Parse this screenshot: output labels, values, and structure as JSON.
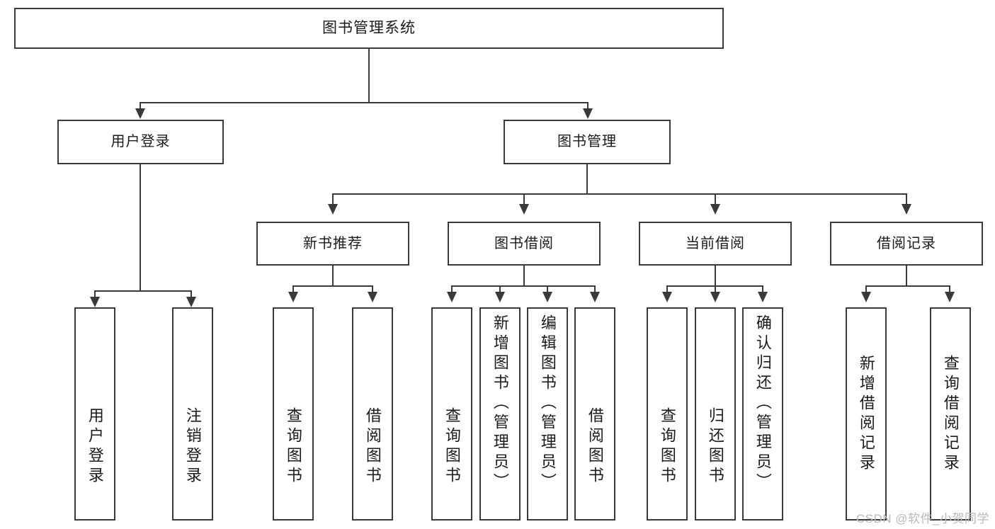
{
  "diagram": {
    "title": "图书管理系统",
    "root": {
      "label": "图书管理系统"
    },
    "level2": [
      {
        "label": "用户登录"
      },
      {
        "label": "图书管理"
      }
    ],
    "level3": [
      {
        "label": "新书推荐"
      },
      {
        "label": "图书借阅"
      },
      {
        "label": "当前借阅"
      },
      {
        "label": "借阅记录"
      }
    ],
    "leaves": [
      {
        "label": "用户登录"
      },
      {
        "label": "注销登录"
      },
      {
        "label": "查询图书"
      },
      {
        "label": "借阅图书"
      },
      {
        "label": "查询图书"
      },
      {
        "label": "新增图书（管理员）"
      },
      {
        "label": "编辑图书（管理员）"
      },
      {
        "label": "借阅图书"
      },
      {
        "label": "查询图书"
      },
      {
        "label": "归还图书"
      },
      {
        "label": "确认归还（管理员）"
      },
      {
        "label": "新增借阅记录"
      },
      {
        "label": "查询借阅记录"
      }
    ]
  },
  "watermark": {
    "text": "CSDN @软件_小贺同学"
  },
  "colors": {
    "stroke": "#3a3a3a",
    "text": "#1a1a1a",
    "background": "#ffffff",
    "watermark": "#b9b9b9"
  }
}
